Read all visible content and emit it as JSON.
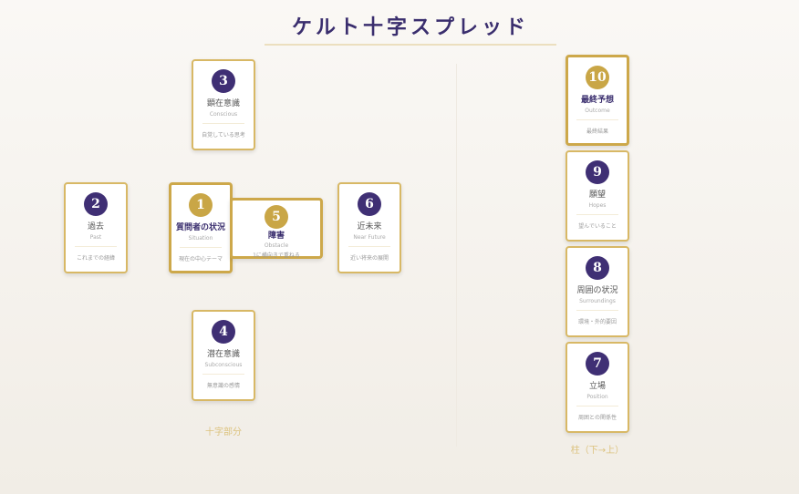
{
  "title": "ケルト十字スプレッド",
  "sections": {
    "cross": "十字部分",
    "staff": "柱（下→上）"
  },
  "colors": {
    "gold": "#c9a646",
    "purple": "#3f2f74"
  },
  "cards": {
    "c1": {
      "num": "1",
      "name": "質問者の状況",
      "en": "Situation",
      "desc": "現在の中心テーマ"
    },
    "c2": {
      "num": "2",
      "name": "過去",
      "en": "Past",
      "desc": "これまでの経緯"
    },
    "c3": {
      "num": "3",
      "name": "顕在意識",
      "en": "Conscious",
      "desc": "自覚している思考"
    },
    "c4": {
      "num": "4",
      "name": "潜在意識",
      "en": "Subconscious",
      "desc": "無意識の感情"
    },
    "c5": {
      "num": "5",
      "name": "障害",
      "en": "Obstacle",
      "desc": "1に横向きで重ねる"
    },
    "c6": {
      "num": "6",
      "name": "近未来",
      "en": "Near Future",
      "desc": "近い将来の展開"
    },
    "c7": {
      "num": "7",
      "name": "立場",
      "en": "Position",
      "desc": "周囲との関係性"
    },
    "c8": {
      "num": "8",
      "name": "周囲の状況",
      "en": "Surroundings",
      "desc": "環境・外的要因"
    },
    "c9": {
      "num": "9",
      "name": "願望",
      "en": "Hopes",
      "desc": "望んでいること"
    },
    "c10": {
      "num": "10",
      "name": "最終予想",
      "en": "Outcome",
      "desc": "最終結果"
    }
  }
}
